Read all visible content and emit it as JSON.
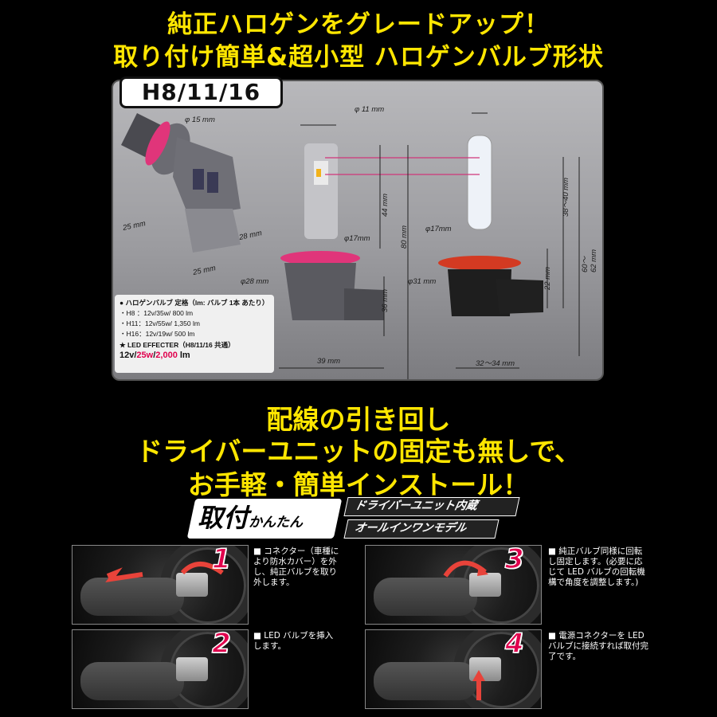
{
  "headline": {
    "line1": "純正ハロゲンをグレードアップ！",
    "line2": "取り付け簡単&超小型 ハロゲンバルブ形状"
  },
  "spec_panel": {
    "model": "H8/11/16",
    "dimensions": {
      "d15": "φ 15 mm",
      "d11": "φ 11 mm",
      "h44": "44 mm",
      "h80": "80 mm",
      "h38_40": "38～40 mm",
      "h60_62": "60～62 mm",
      "d17a": "φ17mm",
      "d17b": "φ17mm",
      "w25a": "25 mm",
      "w28": "28 mm",
      "w25b": "25 mm",
      "d28": "φ28 mm",
      "d31": "φ31 mm",
      "h22": "22 mm",
      "h36": "36 mm",
      "w39": "39 mm",
      "w32_34": "32～34 mm"
    },
    "spec_box": {
      "title": "● ハロゲンバルブ 定格（lm: バルブ 1本 あたり）",
      "rows": [
        "・H8 ：12v/35w/  800 lm",
        "・H11：12v/55w/ 1,350 lm",
        "・H16：12v/19w/  500 lm"
      ],
      "effecter_title": "★ LED EFFECTER（H8/11/16 共通）",
      "effecter_voltage": "12v/",
      "effecter_watt": "25w",
      "effecter_sep": "/",
      "effecter_lumen": "2,000",
      "effecter_unit": " lm"
    }
  },
  "cta": {
    "line1": "配線の引き回し",
    "line2": "ドライバーユニットの固定も無しで、",
    "line3": "お手軽・簡単インストール！"
  },
  "badges": {
    "easy_main": "取付",
    "easy_sub": "かんたん",
    "driver": "ドライバーユニット内蔵",
    "allinone": "オールインワンモデル"
  },
  "steps": [
    {
      "num": "1",
      "text": "■ コネクター（車種により防水カバー）を外し、純正バルブを取り外します。"
    },
    {
      "num": "2",
      "text": "■ LED バルブを挿入します。"
    },
    {
      "num": "3",
      "text": "■ 純正バルブ同様に回転し固定します。(必要に応じて LED バルブの回転機構で角度を調整します。)"
    },
    {
      "num": "4",
      "text": "■ 電源コネクターを LED バルブに接続すれば取付完了です。"
    }
  ],
  "colors": {
    "accent_yellow": "#ffe600",
    "accent_pink": "#e0004d"
  }
}
